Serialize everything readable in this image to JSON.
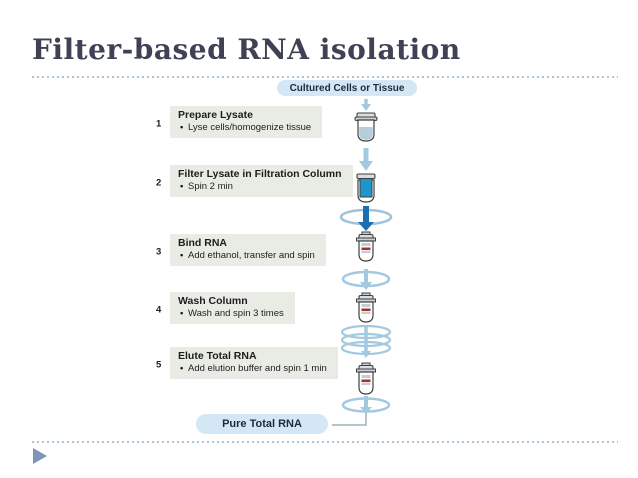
{
  "slide": {
    "title": "Filter-based RNA isolation"
  },
  "diagram": {
    "start_label": "Cultured Cells or Tissue",
    "end_label": "Pure Total RNA",
    "bullet_marker": "•",
    "steps": [
      {
        "num": "1",
        "title": "Prepare Lysate",
        "detail": "Lyse cells/homogenize tissue"
      },
      {
        "num": "2",
        "title": "Filter Lysate in Filtration Column",
        "detail": "Spin 2 min"
      },
      {
        "num": "3",
        "title": "Bind RNA",
        "detail": "Add ethanol, transfer and spin"
      },
      {
        "num": "4",
        "title": "Wash Column",
        "detail": "Wash and spin 3 times"
      },
      {
        "num": "5",
        "title": "Elute Total RNA",
        "detail": "Add elution buffer and spin 1 min"
      }
    ],
    "icons": [
      "down-arrow-icon",
      "lysate-tube-icon",
      "down-arrow-icon",
      "filtration-column-tube-icon",
      "spin-arrow-icon",
      "spin-column-tube-icon",
      "spin-arrow-icon",
      "spin-column-tube-icon",
      "triple-spin-arrow-icon",
      "spin-column-tube-icon",
      "spin-arrow-icon"
    ],
    "colors": {
      "accent_blue_light": "#a3c9e1",
      "accent_blue_dark": "#1a6fb4",
      "column_blue": "#1e96cd",
      "badge_bg": "#d3e8f4",
      "step_box_bg": "#e9ece4",
      "membrane_red": "#9c3434",
      "title_text": "#3e4254"
    }
  }
}
